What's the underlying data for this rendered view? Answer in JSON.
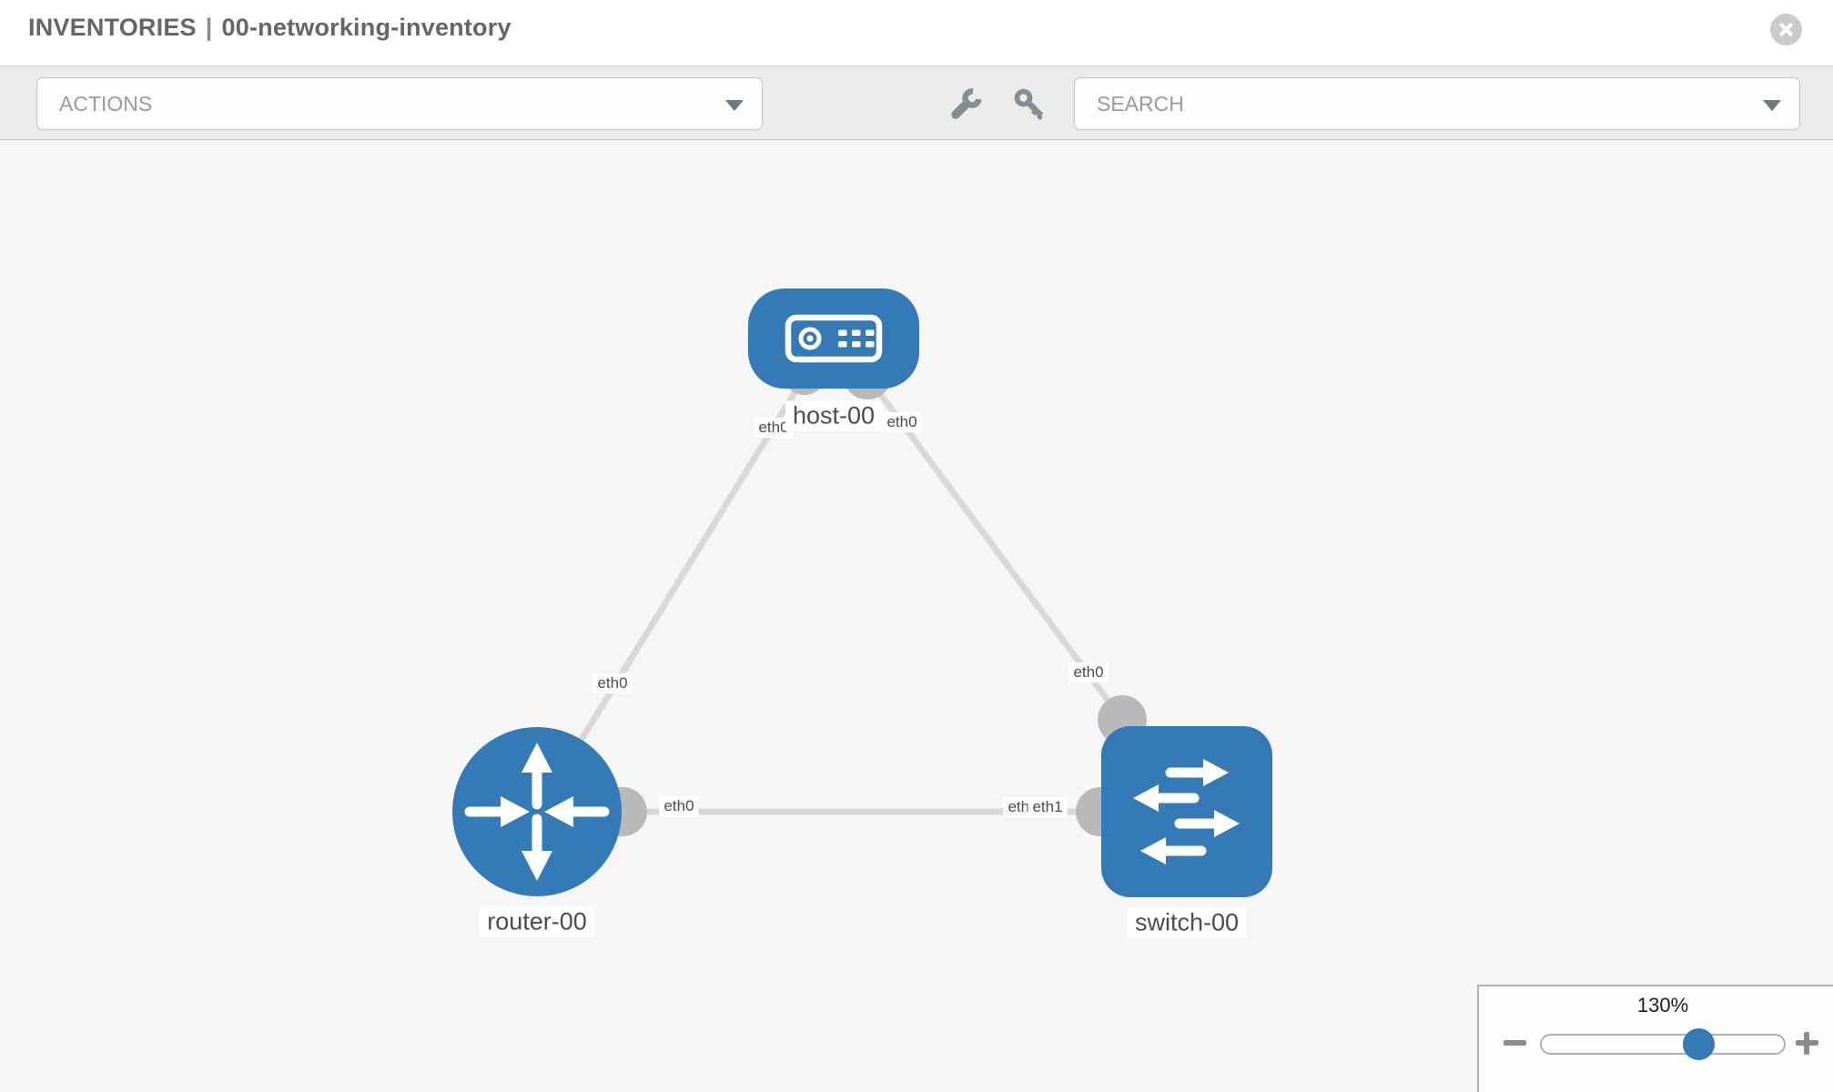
{
  "header": {
    "section": "INVENTORIES",
    "separator": "|",
    "inventory_name": "00-networking-inventory"
  },
  "toolbar": {
    "actions_label": "ACTIONS",
    "search_label": "SEARCH"
  },
  "icons": {
    "toolbar": [
      "wrench-icon",
      "key-icon"
    ],
    "header": [
      "close-x-circle-icon"
    ],
    "dropdowns": [
      "chevron-down-icon"
    ],
    "zoom": [
      "minus-icon",
      "plus-icon"
    ]
  },
  "graph": {
    "nodes": [
      {
        "id": "host-00",
        "label": "host-00",
        "type": "host",
        "shape": "rounded-rect",
        "icon": "server-icon"
      },
      {
        "id": "router-00",
        "label": "router-00",
        "type": "router",
        "shape": "circle",
        "icon": "router-arrows-icon"
      },
      {
        "id": "switch-00",
        "label": "switch-00",
        "type": "switch",
        "shape": "rounded-square",
        "icon": "switch-arrows-icon"
      }
    ],
    "links": [
      {
        "from": "host-00",
        "to": "router-00",
        "from_interface": "eth0",
        "to_interface": "eth0"
      },
      {
        "from": "host-00",
        "to": "switch-00",
        "from_interface": "eth0",
        "to_interface": "eth0"
      },
      {
        "from": "router-00",
        "to": "switch-00",
        "from_interface": "eth0",
        "to_interface": "eth1"
      }
    ]
  },
  "zoom_panel": {
    "value": "130%",
    "percent": 130
  },
  "colors": {
    "node_blue": "#337ab7",
    "link_gray": "#d9d9d9",
    "port_gray": "#b9b9b9",
    "canvas_bg": "#f6f6f6",
    "toolbar_bg": "#ebebeb",
    "title_gray": "#666666"
  }
}
